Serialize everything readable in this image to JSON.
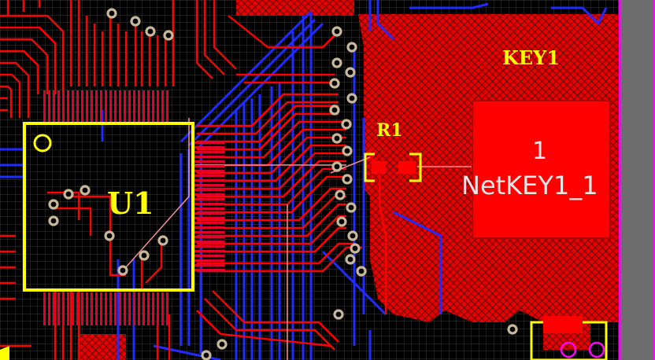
{
  "components": {
    "u1": {
      "designator": "U1"
    },
    "r1": {
      "designator": "R1"
    },
    "key1": {
      "designator": "KEY1",
      "pad_number": "1",
      "net_name": "NetKEY1_1"
    }
  },
  "colors": {
    "background": "#000000",
    "top_layer": "#ff0000",
    "bottom_layer": "#1f2bff",
    "silkscreen": "#ffff00",
    "grid": "#8c8c8c",
    "via": "#c8b89a",
    "board_edge": "#ff00ff",
    "pad_text": "#e8e8e8"
  },
  "icons": {
    "via": "via-ring-icon",
    "pin1_marker": "pin1-circle-icon"
  }
}
